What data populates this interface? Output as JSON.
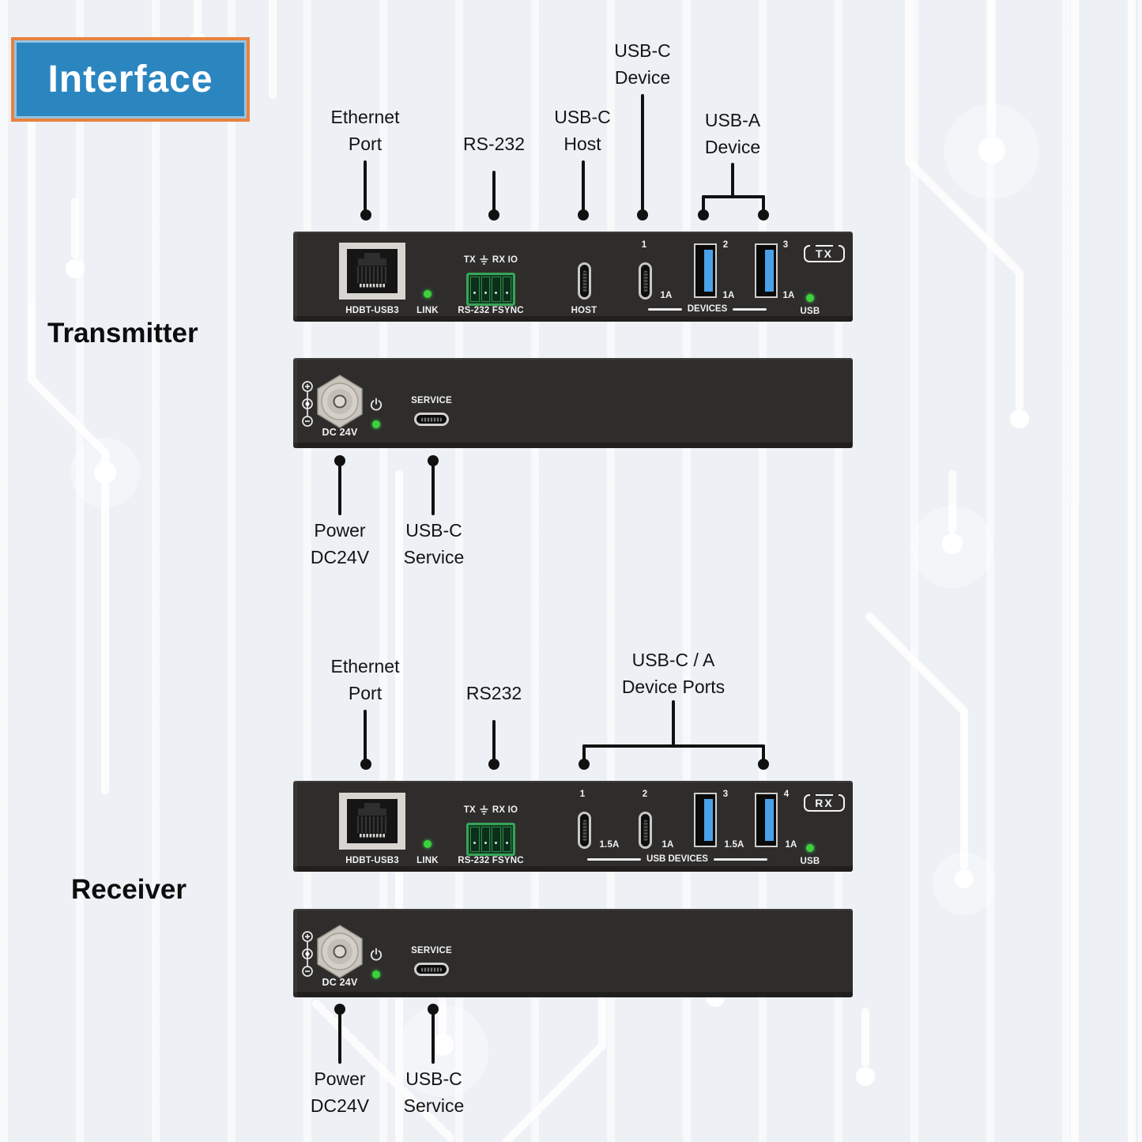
{
  "title": "Interface",
  "headings": {
    "transmitter": "Transmitter",
    "receiver": "Receiver"
  },
  "colors": {
    "background": "#edf1f6",
    "title_bg": "#2b86c0",
    "title_border": "#e8823e",
    "panel": "#2e2d2c",
    "led_green": "#3bd23b",
    "usb_blue": "#4aa1e8",
    "terminal_green": "#36a458"
  },
  "icons": {
    "earth_ground": "earth-ground-icon",
    "power": "power-standby-icon",
    "polarity": "dc-polarity-icon",
    "rj45": "rj45-icon"
  },
  "transmitter": {
    "front": {
      "badge": "TX",
      "rj45_label": "HDBT-USB3",
      "link_label": "LINK",
      "terminal_top_left": "TX",
      "terminal_top_right": "RX IO",
      "terminal_bottom": "RS-232  FSYNC",
      "host_label": "HOST",
      "ports": [
        {
          "num": "1",
          "amp": "1A",
          "type": "usb-c"
        },
        {
          "num": "2",
          "amp": "1A",
          "type": "usb-a"
        },
        {
          "num": "3",
          "amp": "1A",
          "type": "usb-a"
        }
      ],
      "devices_label": "DEVICES",
      "usb_label": "USB"
    },
    "back": {
      "dc_label": "DC 24V",
      "service_label": "SERVICE"
    },
    "callouts": {
      "ethernet": {
        "line1": "Ethernet",
        "line2": "Port"
      },
      "rs232": {
        "line1": "RS-232"
      },
      "usbc_host": {
        "line1": "USB-C",
        "line2": "Host"
      },
      "usbc_device": {
        "line1": "USB-C",
        "line2": "Device"
      },
      "usba_device": {
        "line1": "USB-A",
        "line2": "Device"
      },
      "power": {
        "line1": "Power",
        "line2": "DC24V"
      },
      "service": {
        "line1": "USB-C",
        "line2": "Service"
      }
    }
  },
  "receiver": {
    "front": {
      "badge": "RX",
      "rj45_label": "HDBT-USB3",
      "link_label": "LINK",
      "terminal_top_left": "TX",
      "terminal_top_right": "RX IO",
      "terminal_bottom": "RS-232  FSYNC",
      "ports": [
        {
          "num": "1",
          "amp": "1.5A",
          "type": "usb-c"
        },
        {
          "num": "2",
          "amp": "1A",
          "type": "usb-c"
        },
        {
          "num": "3",
          "amp": "1.5A",
          "type": "usb-a"
        },
        {
          "num": "4",
          "amp": "1A",
          "type": "usb-a"
        }
      ],
      "devices_label": "USB DEVICES",
      "usb_label": "USB"
    },
    "back": {
      "dc_label": "DC 24V",
      "service_label": "SERVICE"
    },
    "callouts": {
      "ethernet": {
        "line1": "Ethernet",
        "line2": "Port"
      },
      "rs232": {
        "line1": "RS232"
      },
      "usb_devices": {
        "line1": "USB-C / A",
        "line2": "Device Ports"
      },
      "power": {
        "line1": "Power",
        "line2": "DC24V"
      },
      "service": {
        "line1": "USB-C",
        "line2": "Service"
      }
    }
  }
}
